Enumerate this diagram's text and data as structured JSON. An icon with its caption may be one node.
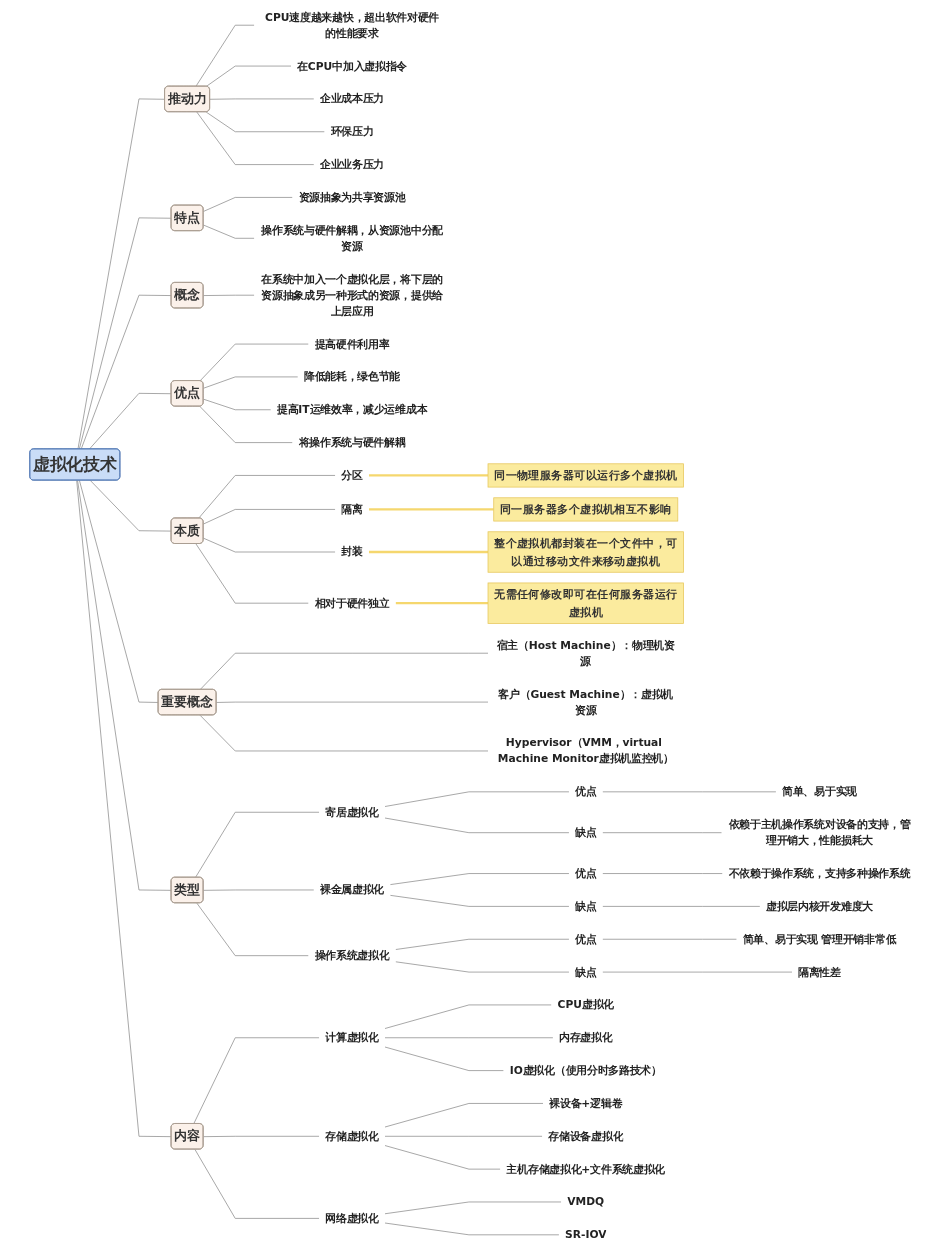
{
  "diagram": {
    "nodes": [
      {
        "text": [
          "虚拟化技术"
        ]
      },
      {
        "text": [
          "推动力"
        ]
      },
      {
        "text": [
          "CPU速度越来越快，超出软件对硬件的性能要求"
        ]
      },
      {
        "text": [
          "在CPU中加入虚拟指令"
        ]
      },
      {
        "text": [
          "企业成本压力"
        ]
      },
      {
        "text": [
          "环保压力"
        ]
      },
      {
        "text": [
          "企业业务压力"
        ]
      },
      {
        "text": [
          "特点"
        ]
      },
      {
        "text": [
          "资源抽象为共享资源池"
        ]
      },
      {
        "text": [
          "操作系统与硬件解耦，从资源池中分配资源"
        ]
      },
      {
        "text": [
          "概念"
        ]
      },
      {
        "text": [
          "在系统中加入一个虚拟化层，将下层的资源抽象成另一种形式的资源，提供给上层应用"
        ]
      },
      {
        "text": [
          "优点"
        ]
      },
      {
        "text": [
          "提高硬件利用率"
        ]
      },
      {
        "text": [
          "降低能耗，绿色节能"
        ]
      },
      {
        "text": [
          "提高IT运维效率，减少运维成本"
        ]
      },
      {
        "text": [
          "将操作系统与硬件解耦"
        ]
      },
      {
        "text": [
          "本质"
        ]
      },
      {
        "text": [
          "分区"
        ]
      },
      {
        "text": [
          "同一物理服务器可以运行多个虚拟机"
        ]
      },
      {
        "text": [
          "隔离"
        ]
      },
      {
        "text": [
          "同一服务器多个虚拟机相互不影响"
        ]
      },
      {
        "text": [
          "封装"
        ]
      },
      {
        "text": [
          "整个虚拟机都封装在一个文件中，可以通过移动文件来移动虚拟机"
        ]
      },
      {
        "text": [
          "相对于硬件独立"
        ]
      },
      {
        "text": [
          "无需任何修改即可在任何服务器运行虚拟机"
        ]
      },
      {
        "text": [
          "重要概念"
        ]
      },
      {
        "text": [
          "宿主（Host Machine）：物理机资源"
        ]
      },
      {
        "text": [
          "客户（Guest Machine）：虚拟机资源"
        ]
      },
      {
        "text": [
          "Hypervisor（VMM，virtual Machine Monitor虚拟机监控机）"
        ]
      },
      {
        "text": [
          "类型"
        ]
      },
      {
        "text": [
          "寄居虚拟化"
        ]
      },
      {
        "text": [
          "优点"
        ]
      },
      {
        "text": [
          "简单、易于实现"
        ]
      },
      {
        "text": [
          "缺点"
        ]
      },
      {
        "text": [
          "依赖于主机操作系统对设备的支持，管理开销大，性能损耗大"
        ]
      },
      {
        "text": [
          "裸金属虚拟化"
        ]
      },
      {
        "text": [
          "优点"
        ]
      },
      {
        "text": [
          "不依赖于操作系统，支持多种操作系统"
        ]
      },
      {
        "text": [
          "缺点"
        ]
      },
      {
        "text": [
          "虚拟层内核开发难度大"
        ]
      },
      {
        "text": [
          "操作系统虚拟化"
        ]
      },
      {
        "text": [
          "优点"
        ]
      },
      {
        "text": [
          "简单、易于实现 管理开销非常低"
        ]
      },
      {
        "text": [
          "缺点"
        ]
      },
      {
        "text": [
          "隔离性差"
        ]
      },
      {
        "text": [
          "内容"
        ]
      },
      {
        "text": [
          "计算虚拟化"
        ]
      },
      {
        "text": [
          "CPU虚拟化"
        ]
      },
      {
        "text": [
          "内存虚拟化"
        ]
      },
      {
        "text": [
          "IO虚拟化（使用分时多路技术）"
        ]
      },
      {
        "text": [
          "存储虚拟化"
        ]
      },
      {
        "text": [
          "裸设备+逻辑卷"
        ]
      },
      {
        "text": [
          "存储设备虚拟化"
        ]
      },
      {
        "text": [
          "主机存储虚拟化+文件系统虚拟化"
        ]
      },
      {
        "text": [
          "网络虚拟化"
        ]
      },
      {
        "text": [
          "VMDQ"
        ]
      },
      {
        "text": [
          "SR-IOV"
        ]
      }
    ],
    "edges": [
      {
        "from": 0,
        "to": 1,
        "arrow": "none"
      },
      {
        "from": 1,
        "to": 2,
        "arrow": "none"
      },
      {
        "from": 1,
        "to": 3,
        "arrow": "none"
      },
      {
        "from": 1,
        "to": 4,
        "arrow": "none"
      },
      {
        "from": 1,
        "to": 5,
        "arrow": "none"
      },
      {
        "from": 1,
        "to": 6,
        "arrow": "none"
      },
      {
        "from": 0,
        "to": 7,
        "arrow": "none"
      },
      {
        "from": 7,
        "to": 8,
        "arrow": "none"
      },
      {
        "from": 7,
        "to": 9,
        "arrow": "none"
      },
      {
        "from": 0,
        "to": 10,
        "arrow": "none"
      },
      {
        "from": 10,
        "to": 11,
        "arrow": "none"
      },
      {
        "from": 0,
        "to": 12,
        "arrow": "none"
      },
      {
        "from": 12,
        "to": 13,
        "arrow": "none"
      },
      {
        "from": 12,
        "to": 14,
        "arrow": "none"
      },
      {
        "from": 12,
        "to": 15,
        "arrow": "none"
      },
      {
        "from": 12,
        "to": 16,
        "arrow": "none"
      },
      {
        "from": 0,
        "to": 17,
        "arrow": "none"
      },
      {
        "from": 17,
        "to": 18,
        "arrow": "none"
      },
      {
        "from": 18,
        "to": 19,
        "arrow": "none",
        "color": "#f5d76e"
      },
      {
        "from": 17,
        "to": 20,
        "arrow": "none"
      },
      {
        "from": 20,
        "to": 21,
        "arrow": "none",
        "color": "#f5d76e"
      },
      {
        "from": 17,
        "to": 22,
        "arrow": "none"
      },
      {
        "from": 22,
        "to": 23,
        "arrow": "none",
        "color": "#f5d76e"
      },
      {
        "from": 17,
        "to": 24,
        "arrow": "none"
      },
      {
        "from": 24,
        "to": 25,
        "arrow": "none",
        "color": "#f5d76e"
      },
      {
        "from": 0,
        "to": 26,
        "arrow": "none"
      },
      {
        "from": 26,
        "to": 27,
        "arrow": "none"
      },
      {
        "from": 26,
        "to": 28,
        "arrow": "none"
      },
      {
        "from": 26,
        "to": 29,
        "arrow": "none"
      },
      {
        "from": 0,
        "to": 30,
        "arrow": "none"
      },
      {
        "from": 30,
        "to": 31,
        "arrow": "none"
      },
      {
        "from": 31,
        "to": 32,
        "arrow": "none"
      },
      {
        "from": 32,
        "to": 33,
        "arrow": "none"
      },
      {
        "from": 31,
        "to": 34,
        "arrow": "none"
      },
      {
        "from": 34,
        "to": 35,
        "arrow": "none"
      },
      {
        "from": 30,
        "to": 36,
        "arrow": "none"
      },
      {
        "from": 36,
        "to": 37,
        "arrow": "none"
      },
      {
        "from": 37,
        "to": 38,
        "arrow": "none"
      },
      {
        "from": 36,
        "to": 39,
        "arrow": "none"
      },
      {
        "from": 39,
        "to": 40,
        "arrow": "none"
      },
      {
        "from": 30,
        "to": 41,
        "arrow": "none"
      },
      {
        "from": 41,
        "to": 42,
        "arrow": "none"
      },
      {
        "from": 42,
        "to": 43,
        "arrow": "none"
      },
      {
        "from": 41,
        "to": 44,
        "arrow": "none"
      },
      {
        "from": 44,
        "to": 45,
        "arrow": "none"
      },
      {
        "from": 0,
        "to": 46,
        "arrow": "none"
      },
      {
        "from": 46,
        "to": 47,
        "arrow": "none"
      },
      {
        "from": 47,
        "to": 48,
        "arrow": "none"
      },
      {
        "from": 47,
        "to": 49,
        "arrow": "none"
      },
      {
        "from": 47,
        "to": 50,
        "arrow": "none"
      },
      {
        "from": 46,
        "to": 51,
        "arrow": "none"
      },
      {
        "from": 51,
        "to": 52,
        "arrow": "none"
      },
      {
        "from": 51,
        "to": 53,
        "arrow": "none"
      },
      {
        "from": 51,
        "to": 54,
        "arrow": "none"
      },
      {
        "from": 46,
        "to": 55,
        "arrow": "none"
      },
      {
        "from": 55,
        "to": 56,
        "arrow": "none"
      },
      {
        "from": 55,
        "to": 57,
        "arrow": "none"
      }
    ]
  }
}
